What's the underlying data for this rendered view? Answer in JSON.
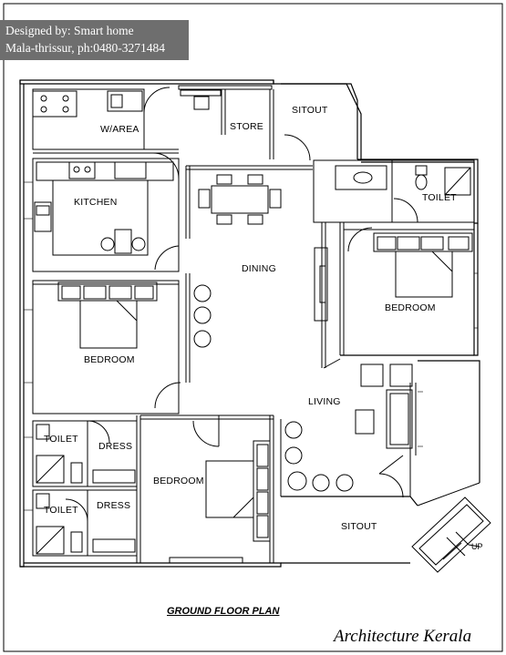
{
  "banner": {
    "line1": "Designed by: Smart home",
    "line2": "Mala-thrissur, ph:0480-3271484"
  },
  "rooms": {
    "w_area": "W/AREA",
    "store": "STORE",
    "sitout_top": "SITOUT",
    "kitchen": "KITCHEN",
    "toilet_top_right": "TOILET",
    "dining": "DINING",
    "bedroom_right": "BEDROOM",
    "bedroom_left": "BEDROOM",
    "living": "LIVING",
    "toilet_left_1": "TOILET",
    "dress_1": "DRESS",
    "bedroom_bottom": "BEDROOM",
    "toilet_left_2": "TOILET",
    "dress_2": "DRESS",
    "sitout_bottom": "SITOUT",
    "up_label": "UP"
  },
  "plan_title": "GROUND FLOOR PLAN",
  "brand": "Architecture Kerala"
}
